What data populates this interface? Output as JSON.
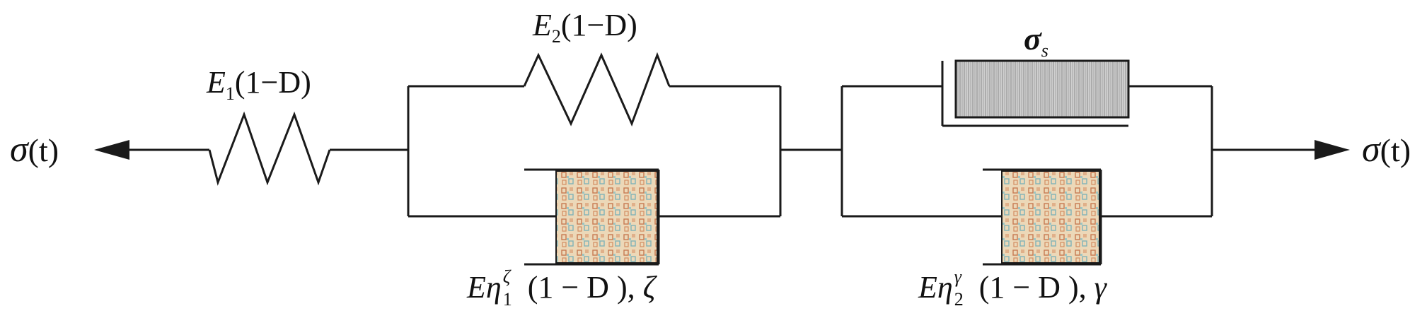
{
  "labels": {
    "stress_left": {
      "sym": "σ",
      "arg": "(t)"
    },
    "stress_right": {
      "sym": "σ",
      "arg": "(t)"
    },
    "spring1": {
      "base": "E",
      "sub": "1",
      "rest": "(1−D)"
    },
    "spring2": {
      "base": "E",
      "sub": "2",
      "rest": "(1−D)"
    },
    "slider": {
      "base": "σ",
      "sub": "s"
    },
    "dashpot1": {
      "pre": "Eη",
      "sup": "ζ",
      "sub": "1",
      "rest": " (1 − D ), ",
      "param": "ζ"
    },
    "dashpot2": {
      "pre": "Eη",
      "sup": "γ",
      "sub": "2",
      "rest": " (1 − D ), ",
      "param": "γ"
    }
  },
  "colors": {
    "line": "#1a1a1a",
    "dashpot_fill": "#e9d3b3",
    "slider_fill": "#c9c9c9"
  }
}
